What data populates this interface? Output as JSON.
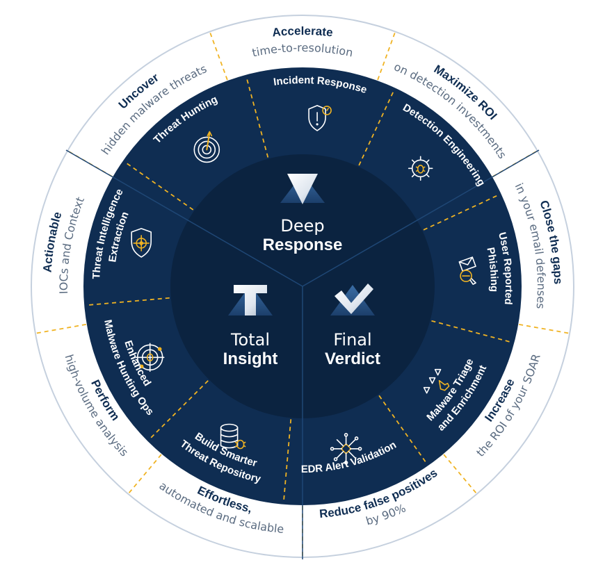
{
  "center": {
    "top": {
      "line1": "Deep",
      "line2": "Response"
    },
    "left": {
      "line1": "Total",
      "line2": "Insight"
    },
    "right": {
      "line1": "Final",
      "line2": "Verdict"
    }
  },
  "inner_ring": [
    {
      "lines": [
        "Incident Response"
      ],
      "icon": "shield-alert-icon"
    },
    {
      "lines": [
        "Detection Engineering"
      ],
      "icon": "gear-bug-icon"
    },
    {
      "lines": [
        "User Reported",
        "Phishing"
      ],
      "icon": "phishing-email-icon"
    },
    {
      "lines": [
        "Malware Triage",
        "and Enrichment"
      ],
      "icon": "triage-hand-icon"
    },
    {
      "lines": [
        "EDR Alert Validation"
      ],
      "icon": "network-node-icon"
    },
    {
      "lines": [
        "Build Smarter",
        "Threat Repository"
      ],
      "icon": "database-bug-icon"
    },
    {
      "lines": [
        "Enhanced",
        "Malware Hunting Ops"
      ],
      "icon": "radar-bug-icon"
    },
    {
      "lines": [
        "Threat Intelligence",
        "Extraction"
      ],
      "icon": "shield-target-icon"
    },
    {
      "lines": [
        "Threat Hunting"
      ],
      "icon": "target-arrow-icon"
    }
  ],
  "outer_ring": [
    {
      "bold": "Accelerate",
      "light": "time-to-resolution"
    },
    {
      "bold": "Maximize ROI",
      "light": "on detection investments"
    },
    {
      "bold": "Close the gaps",
      "light": "in your email defenses"
    },
    {
      "bold": "Increase",
      "light": "the ROI of your SOAR"
    },
    {
      "bold": "Reduce false positives",
      "light": "by 90%"
    },
    {
      "bold": "Effortless,",
      "light": "automated and scalable"
    },
    {
      "bold": "Perform",
      "light": "high-volume analysis"
    },
    {
      "bold": "Actionable",
      "light": "IOCs and Context"
    },
    {
      "bold": "Uncover",
      "light": "hidden malware threats"
    }
  ],
  "colors": {
    "navy_dark": "#0b2340",
    "navy_mid": "#0f2d52",
    "outline": "#c5d0de",
    "accent_yellow": "#f0b323",
    "text_navy": "#0f2d52",
    "text_light": "#5a6b80"
  }
}
